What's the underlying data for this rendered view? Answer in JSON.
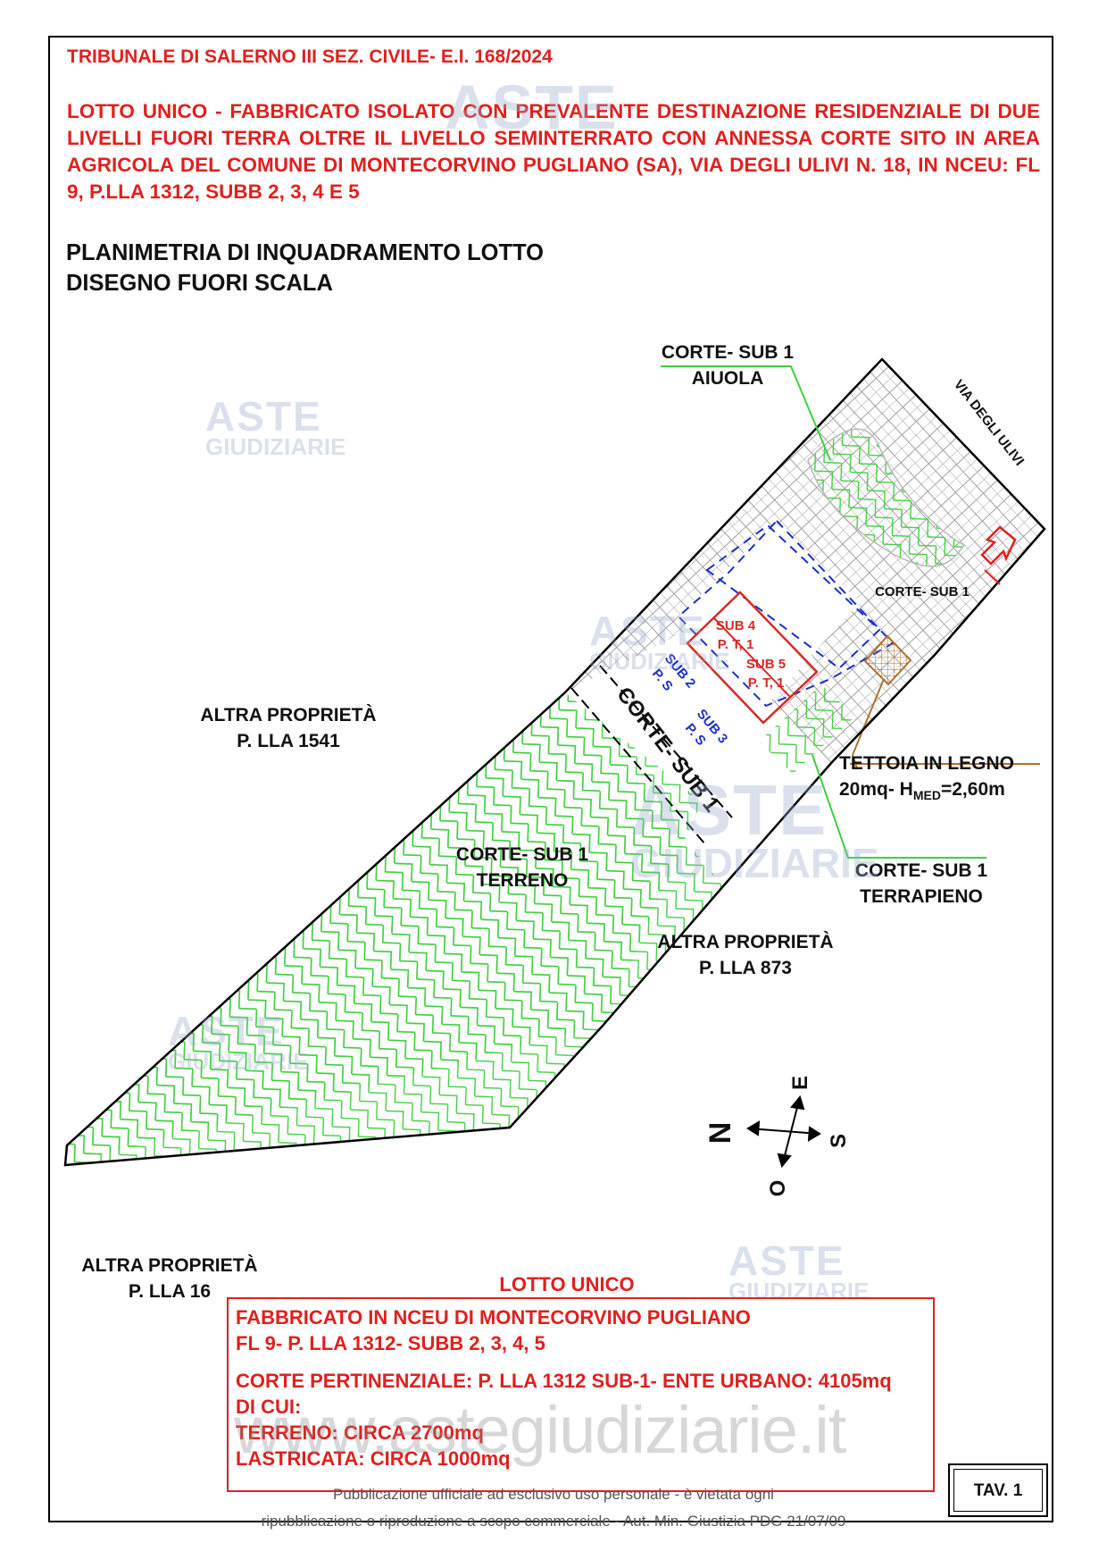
{
  "header": {
    "line1": "TRIBUNALE DI SALERNO III SEZ. CIVILE- E.I. 168/2024",
    "line2": "LOTTO UNICO - FABBRICATO ISOLATO CON PREVALENTE DESTINAZIONE RESIDENZIALE DI DUE LIVELLI FUORI TERRA OLTRE IL LIVELLO SEMINTERRATO CON ANNESSA CORTE SITO IN AREA AGRICOLA DEL COMUNE DI MONTECORVINO PUGLIANO (SA), VIA DEGLI ULIVI N. 18, IN NCEU: FL 9, P.LLA 1312, SUBB 2, 3, 4 E 5"
  },
  "subtitle": {
    "line1": "PLANIMETRIA DI INQUADRAMENTO LOTTO",
    "line2": "DISEGNO FUORI SCALA"
  },
  "labels": {
    "aiuola_1": "CORTE- SUB 1",
    "aiuola_2": "AIUOLA",
    "via": "VIA DEGLI ULIVI",
    "corte_small": "CORTE- SUB 1",
    "sub4_1": "SUB 4",
    "sub4_2": "P. T, 1",
    "sub5_1": "SUB 5",
    "sub5_2": "P. T, 1",
    "sub2_1": "SUB 2",
    "sub2_2": "P. S",
    "sub3_1": "SUB 3",
    "sub3_2": "P. S",
    "corte_diag": "CORTE- SUB 1",
    "tettoia_1": "TETTOIA IN LEGNO",
    "tettoia_2a": "20mq- H",
    "tettoia_2sub": "MED",
    "tettoia_2b": "=2,60m",
    "altra1541_1": "ALTRA PROPRIETÀ",
    "altra1541_2": "P. LLA 1541",
    "terreno_1": "CORTE- SUB 1",
    "terreno_2": "TERRENO",
    "terrapieno_1": "CORTE- SUB 1",
    "terrapieno_2": "TERRAPIENO",
    "altra873_1": "ALTRA PROPRIETÀ",
    "altra873_2": "P. LLA 873",
    "altra16_1": "ALTRA PROPRIETÀ",
    "altra16_2": "P. LLA 16"
  },
  "compass": {
    "n": "N",
    "e": "E",
    "s": "S",
    "o": "O"
  },
  "lotto": {
    "title": "LOTTO UNICO",
    "line1": "FABBRICATO IN NCEU DI MONTECORVINO PUGLIANO",
    "line2": "FL 9- P. LLA 1312- SUBB 2, 3, 4, 5",
    "line3": "CORTE PERTINENZIALE: P. LLA 1312 SUB-1- ENTE URBANO: 4105mq",
    "line4": "DI CUI:",
    "line5": "TERRENO: CIRCA 2700mq",
    "line6": "LASTRICATA: CIRCA 1000mq"
  },
  "tav": "TAV. 1",
  "watermark": {
    "aste": "ASTE",
    "giudiziarie": "GIUDIZIARIE",
    "url": "www.astegiudiziarie.it"
  },
  "footer": {
    "line1": "Pubblicazione ufficiale ad esclusivo uso personale - è vietata ogni",
    "line2": "ripubblicazione o riproduzione a scopo commerciale - Aut. Min. Giustizia PDG 21/07/09"
  },
  "colors": {
    "red": "#e0201e",
    "green": "#3fcf3f",
    "blue": "#1a2fc9",
    "brown": "#b07030",
    "gray": "#9a9a9a"
  }
}
